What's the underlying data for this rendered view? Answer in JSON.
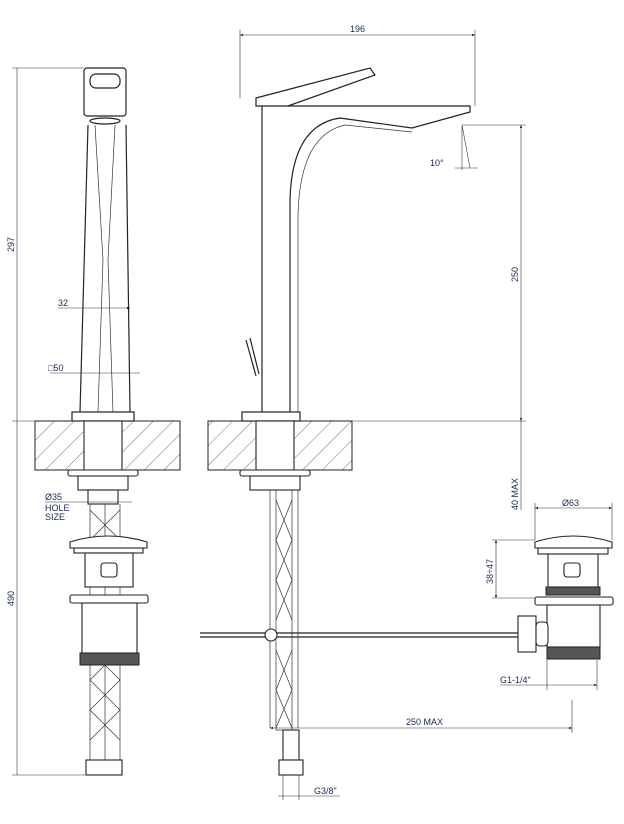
{
  "dimensions": {
    "width_total": "196",
    "height_left": "297",
    "spout_diameter": "32",
    "base_square": "□50",
    "spout_height": "250",
    "spout_angle": "10°",
    "below_counter": "490",
    "hole_diameter": "Ø35",
    "hole_label_1": "HOLE",
    "hole_label_2": "SIZE",
    "counter_max": "40 MAX",
    "waste_diameter": "Ø63",
    "waste_range": "38÷47",
    "waste_thread": "G1-1/4\"",
    "rod_length": "250 MAX",
    "hose_thread": "G3/8\""
  }
}
